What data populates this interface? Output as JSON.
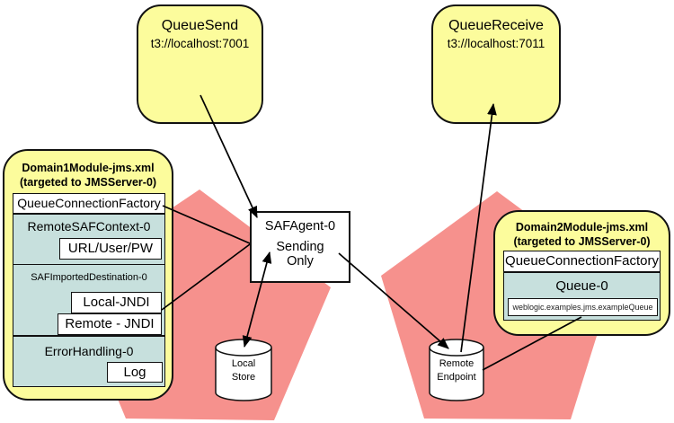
{
  "diagram": {
    "queue_send": {
      "name": "QueueSend",
      "url": "t3://localhost:7001"
    },
    "queue_receive": {
      "name": "QueueReceive",
      "url": "t3://localhost:7011"
    },
    "domain1_module": {
      "title": "Domain1Module-jms.xml",
      "subtitle": "(targeted to JMSServer-0)",
      "queue_connection_factory": "QueueConnectionFactory",
      "remote_saf_context": "RemoteSAFContext-0",
      "url_user_pw": "URL/User/PW",
      "saf_imported_destination": "SAFImportedDestination-0",
      "local_jndi": "Local-JNDI",
      "remote_jndi": "Remote - JNDI",
      "error_handling": "ErrorHandling-0",
      "log": "Log"
    },
    "saf_agent": {
      "name": "SAFAgent-0",
      "mode_line1": "Sending",
      "mode_line2": "Only"
    },
    "local_store": {
      "line1": "Local",
      "line2": "Store"
    },
    "remote_endpoint": {
      "line1": "Remote",
      "line2": "Endpoint"
    },
    "domain2_module": {
      "title": "Domain2Module-jms.xml",
      "subtitle": "(targeted to JMSServer-0)",
      "queue_connection_factory": "QueueConnectionFactory",
      "queue": "Queue-0",
      "queue_jndi_name": "weblogic.examples.jms.exampleQueue"
    },
    "colors": {
      "panel_yellow": "#FCFC9C",
      "pentagon_pink": "#F6918D",
      "resource_blue": "#C7E0DD",
      "connector_black": "#000000"
    }
  }
}
